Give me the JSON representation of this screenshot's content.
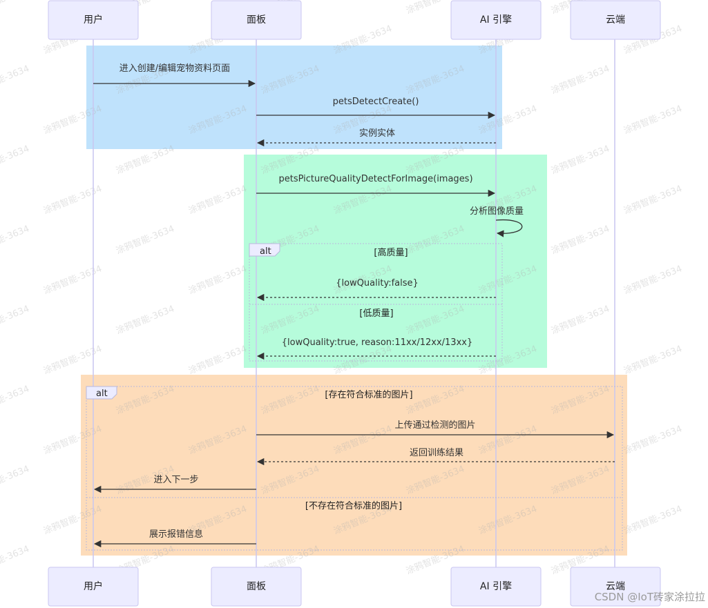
{
  "actors": [
    {
      "id": "user",
      "label": "用户"
    },
    {
      "id": "panel",
      "label": "面板"
    },
    {
      "id": "ai",
      "label": "AI 引擎"
    },
    {
      "id": "cloud",
      "label": "云端"
    }
  ],
  "colors": {
    "blue_rect": "#BFE2FC",
    "green_rect": "#B6FCDB",
    "orange_rect": "#FDDCBA",
    "actor_fill": "#ECECFF",
    "lifeline": "#C9C6F0"
  },
  "messages": [
    {
      "id": "m1",
      "text": "进入创建/编辑宠物资料页面",
      "from": "user",
      "to": "panel",
      "style": "solid"
    },
    {
      "id": "m2",
      "text": "petsDetectCreate()",
      "from": "panel",
      "to": "ai",
      "style": "solid"
    },
    {
      "id": "m3",
      "text": "实例实体",
      "from": "ai",
      "to": "panel",
      "style": "dashed"
    },
    {
      "id": "m4",
      "text": "petsPictureQualityDetectForImage(images)",
      "from": "panel",
      "to": "ai",
      "style": "solid"
    },
    {
      "id": "m5",
      "text": "分析图像质量",
      "from": "ai",
      "to": "ai",
      "style": "self"
    },
    {
      "id": "m6",
      "text": "{lowQuality:false}",
      "from": "ai",
      "to": "panel",
      "style": "dashed"
    },
    {
      "id": "m7",
      "text": "{lowQuality:true, reason:11xx/12xx/13xx}",
      "from": "ai",
      "to": "panel",
      "style": "dashed"
    },
    {
      "id": "m8",
      "text": "上传通过检测的图片",
      "from": "panel",
      "to": "cloud",
      "style": "solid"
    },
    {
      "id": "m9",
      "text": "返回训练结果",
      "from": "cloud",
      "to": "panel",
      "style": "dashed"
    },
    {
      "id": "m10",
      "text": "进入下一步",
      "from": "panel",
      "to": "user",
      "style": "solid"
    },
    {
      "id": "m11",
      "text": "展示报错信息",
      "from": "panel",
      "to": "user",
      "style": "solid"
    }
  ],
  "alt_blocks": [
    {
      "id": "alt1",
      "tag": "alt",
      "conditions": [
        "[高质量]",
        "[低质量]"
      ]
    },
    {
      "id": "alt2",
      "tag": "alt",
      "conditions": [
        "[存在符合标准的图片]",
        "[不存在符合标准的图片]"
      ]
    }
  ],
  "watermark": {
    "text": "涂鸦智能-3634"
  },
  "footer": {
    "text": "CSDN @IoT砖家涂拉拉"
  }
}
